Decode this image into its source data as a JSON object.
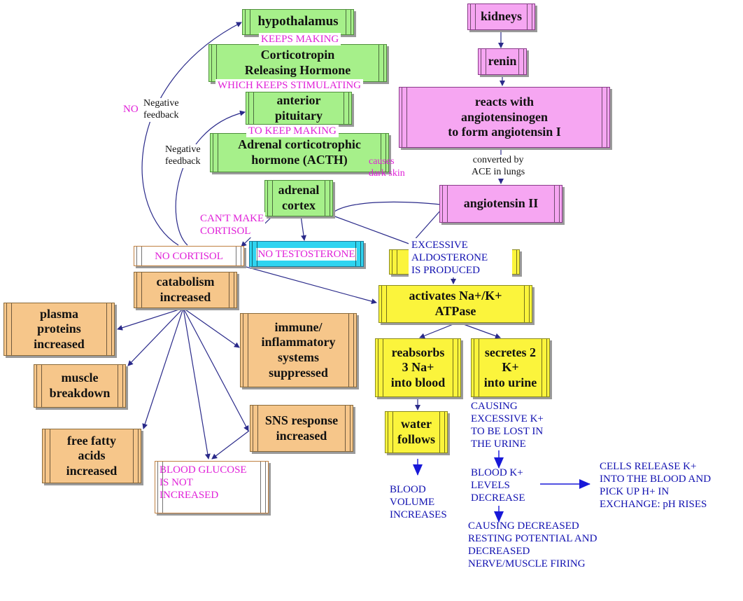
{
  "colors": {
    "green_box": "#a6f08a",
    "pink_box": "#f6a6f2",
    "orange_box": "#f6c68a",
    "yellow_box": "#fbf43c",
    "cyan_box": "#2fd4f0",
    "arrow": "#2a2a8a",
    "magenta_text": "#e020d8",
    "blue_text": "#1010b0"
  },
  "nodes": {
    "hypothalamus": "hypothalamus",
    "crh": "Corticotropin\nReleasing Hormone",
    "anterior_pituitary": "anterior\npituitary",
    "acth": "Adrenal corticotrophic\nhormone (ACTH)",
    "adrenal_cortex": "adrenal\ncortex",
    "kidneys": "kidneys",
    "renin": "renin",
    "reacts": "reacts with\nangiotensinogen\nto form angiotensin I",
    "angiotensin_ii": "angiotensin II",
    "no_cortisol": "NO CORTISOL",
    "no_testosterone": "NO TESTOSTERONE",
    "catabolism": "catabolism\nincreased",
    "plasma_proteins": "plasma\nproteins\nincreased",
    "muscle_breakdown": "muscle\nbreakdown",
    "free_fatty_acids": "free fatty\nacids\nincreased",
    "immune": "immune/\ninflammatory\nsystems\nsuppressed",
    "sns": "SNS response\nincreased",
    "blood_glucose": "BLOOD GLUCOSE\nIS NOT\nINCREASED",
    "aldosterone": "EXCESSIVE\nALDOSTERONE\nIS PRODUCED",
    "activates": "activates Na+/K+\nATPase",
    "reabsorbs": "reabsorbs\n3 Na+\ninto blood",
    "secretes": "secretes 2\nK+\ninto urine",
    "water_follows": "water\nfollows"
  },
  "labels": {
    "keeps_making": "KEEPS MAKING",
    "which_keeps": "WHICH KEEPS STIMULATING",
    "to_keep_making": "TO KEEP MAKING",
    "causes_dark_skin": "causes\ndark skin",
    "cant_make_cortisol": "CAN'T MAKE\nCORTISOL",
    "no": "NO",
    "negative_feedback_1": "Negative\nfeedback",
    "negative_feedback_2": "Negative\nfeedback",
    "converted_by_ace": "converted by\nACE in lungs",
    "blood_volume": "BLOOD\nVOLUME\nINCREASES",
    "causing_excessive_k": "CAUSING\nEXCESSIVE K+\nTO BE LOST IN\nTHE URINE",
    "blood_k_levels": "BLOOD K+\nLEVELS\nDECREASE",
    "cells_release": "CELLS RELEASE K+\nINTO THE BLOOD AND\nPICK UP H+ IN\nEXCHANGE: pH RISES",
    "causing_decreased": "CAUSING DECREASED\nRESTING POTENTIAL AND\nDECREASED\nNERVE/MUSCLE FIRING"
  }
}
